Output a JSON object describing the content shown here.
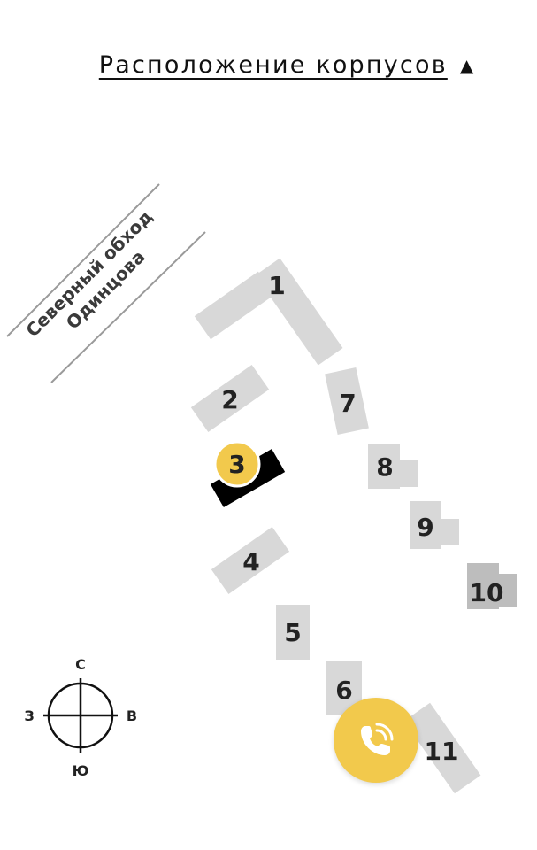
{
  "header": {
    "title": "Расположение корпусов",
    "toggle_icon": "triangle-up-icon"
  },
  "road": {
    "line1": "Северный обход",
    "line2": "Одинцова"
  },
  "buildings": [
    {
      "label": "1"
    },
    {
      "label": "2"
    },
    {
      "label": "3",
      "highlighted": true
    },
    {
      "label": "4"
    },
    {
      "label": "5"
    },
    {
      "label": "6"
    },
    {
      "label": "7"
    },
    {
      "label": "8"
    },
    {
      "label": "9"
    },
    {
      "label": "10"
    },
    {
      "label": "11"
    }
  ],
  "compass": {
    "north": "С",
    "south": "Ю",
    "west": "З",
    "east": "В"
  },
  "colors": {
    "building": "#d8d8d8",
    "building_dark": "#bdbdbd",
    "highlight": "#000000",
    "accent": "#f2c94c"
  },
  "call_button": {
    "icon": "phone-icon"
  }
}
